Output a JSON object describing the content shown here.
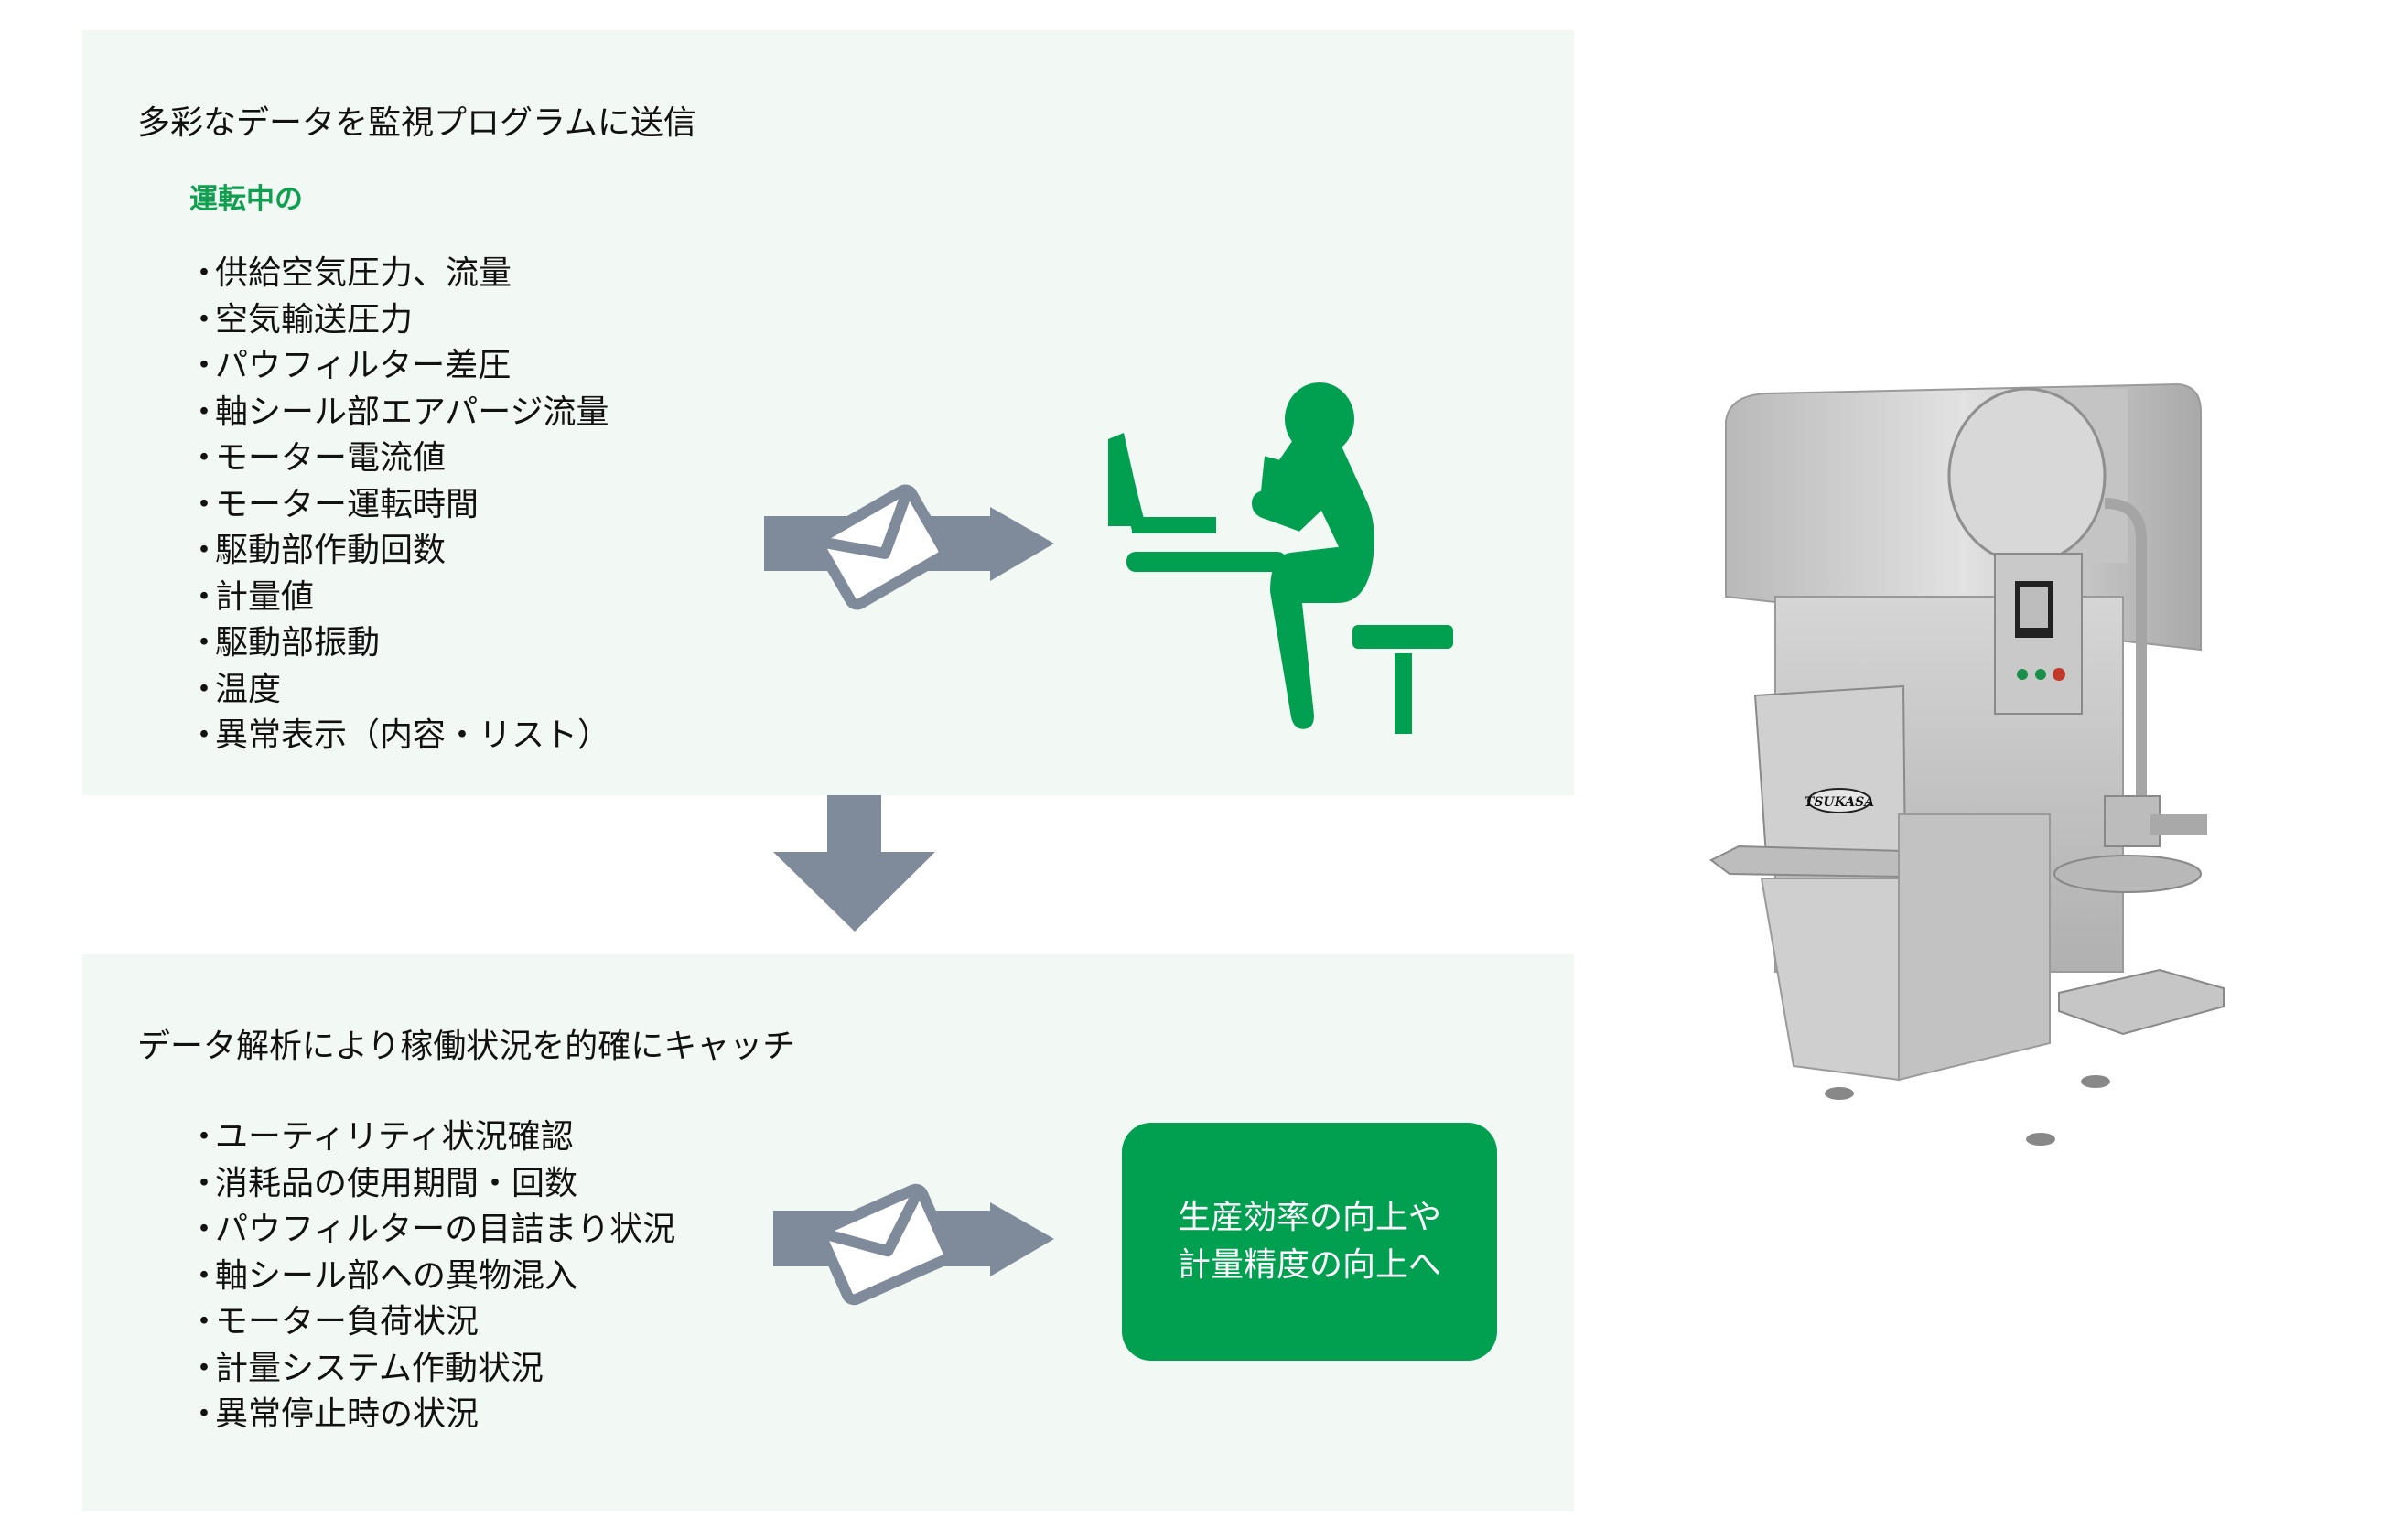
{
  "top_panel": {
    "heading": "多彩なデータを監視プログラムに送信",
    "sublabel": "運転中の",
    "bullet": "・",
    "items": [
      "供給空気圧力、流量",
      "空気輸送圧力",
      "パウフィルター差圧",
      "軸シール部エアパージ流量",
      "モーター電流値",
      "モーター運転時間",
      "駆動部作動回数",
      "計量値",
      "駆動部振動",
      "温度",
      "異常表示（内容・リスト）"
    ],
    "icons": [
      "envelope-arrow-icon",
      "person-at-laptop-icon"
    ]
  },
  "flow_arrow": {
    "icon": "down-arrow-icon"
  },
  "bottom_panel": {
    "heading": "データ解析により稼働状況を的確にキャッチ",
    "bullet": "・",
    "items": [
      "ユーティリティ状況確認",
      "消耗品の使用期間・回数",
      "パウフィルターの目詰まり状況",
      "軸シール部への異物混入",
      "モーター負荷状況",
      "計量システム作動状況",
      "異常停止時の状況"
    ],
    "icons": [
      "envelope-arrow-icon"
    ],
    "result": {
      "line1": "生産効率の向上や",
      "line2": "計量精度の向上へ"
    }
  },
  "machine_photo": {
    "logo": "TSUKASA"
  },
  "colors": {
    "panel_bg": "#f2f8f4",
    "accent_green": "#00a050",
    "label_green": "#0ea04f",
    "arrow_gray": "#7f8b9b",
    "text": "#111111"
  }
}
